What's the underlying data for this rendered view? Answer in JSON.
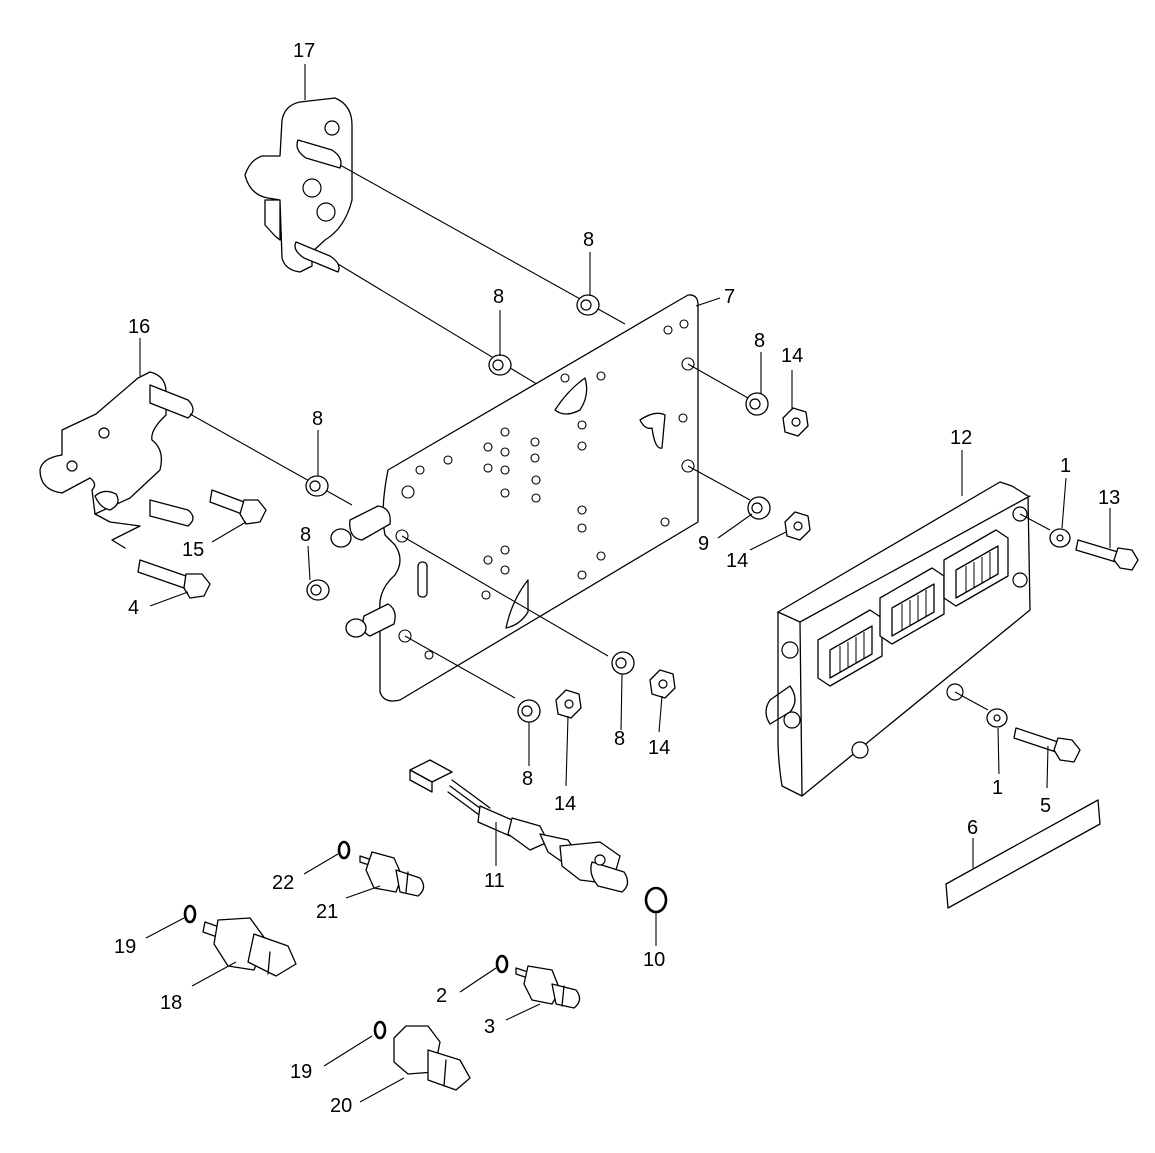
{
  "callouts": [
    {
      "id": "c17a",
      "label": "17"
    },
    {
      "id": "c8a",
      "label": "8"
    },
    {
      "id": "c8b",
      "label": "8"
    },
    {
      "id": "c7",
      "label": "7"
    },
    {
      "id": "c8c",
      "label": "8"
    },
    {
      "id": "c14a",
      "label": "14"
    },
    {
      "id": "c16",
      "label": "16"
    },
    {
      "id": "c8d",
      "label": "8"
    },
    {
      "id": "c12",
      "label": "12"
    },
    {
      "id": "c1a",
      "label": "1"
    },
    {
      "id": "c13",
      "label": "13"
    },
    {
      "id": "c15",
      "label": "15"
    },
    {
      "id": "c9",
      "label": "9"
    },
    {
      "id": "c14b",
      "label": "14"
    },
    {
      "id": "c8e",
      "label": "8"
    },
    {
      "id": "c4",
      "label": "4"
    },
    {
      "id": "c8f",
      "label": "8"
    },
    {
      "id": "c14c",
      "label": "14"
    },
    {
      "id": "c8g",
      "label": "8"
    },
    {
      "id": "c1b",
      "label": "1"
    },
    {
      "id": "c14d",
      "label": "14"
    },
    {
      "id": "c5",
      "label": "5"
    },
    {
      "id": "c6",
      "label": "6"
    },
    {
      "id": "c22",
      "label": "22"
    },
    {
      "id": "c11",
      "label": "11"
    },
    {
      "id": "c21",
      "label": "21"
    },
    {
      "id": "c19a",
      "label": "19"
    },
    {
      "id": "c10",
      "label": "10"
    },
    {
      "id": "c18",
      "label": "18"
    },
    {
      "id": "c2",
      "label": "2"
    },
    {
      "id": "c3",
      "label": "3"
    },
    {
      "id": "c19b",
      "label": "19"
    },
    {
      "id": "c20",
      "label": "20"
    }
  ]
}
